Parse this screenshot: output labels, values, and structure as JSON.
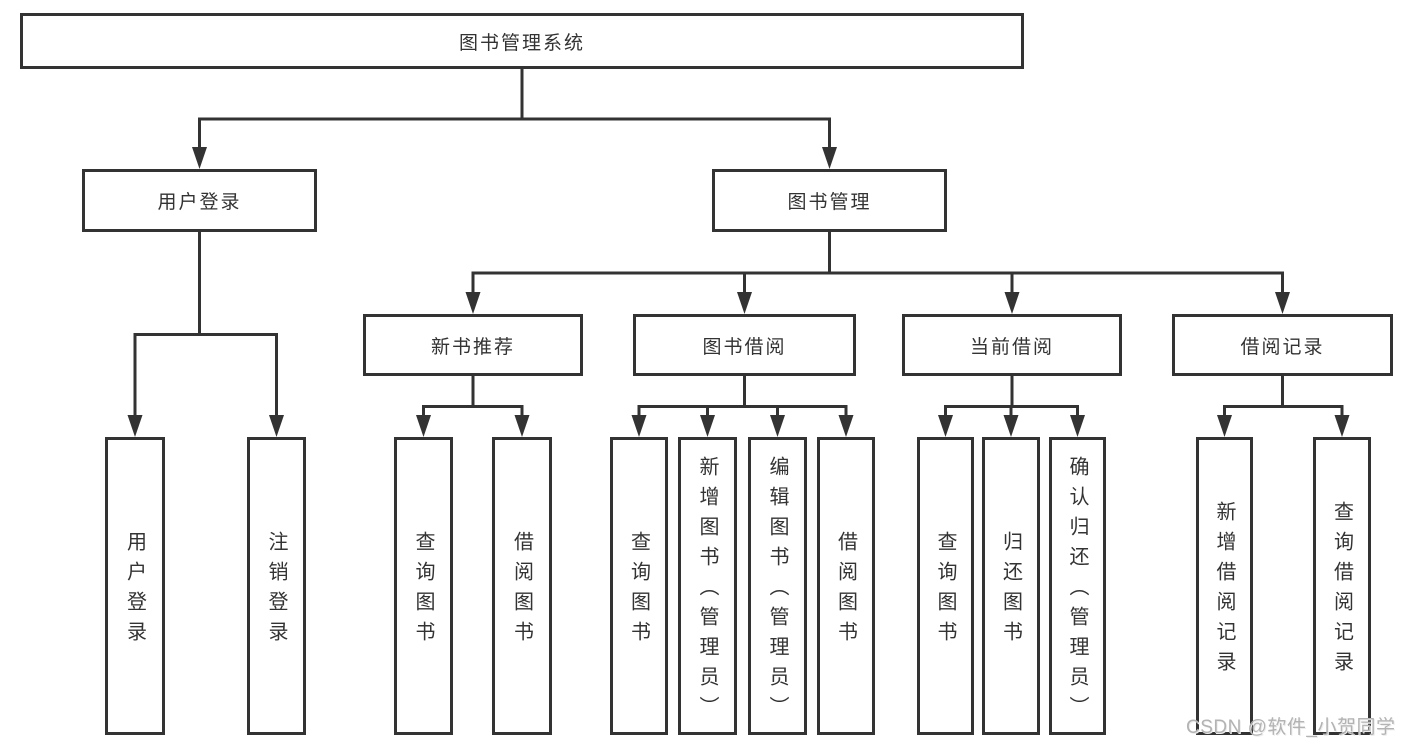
{
  "diagram": {
    "title": "图书管理系统",
    "watermark": "CSDN @软件_小贺同学",
    "colors": {
      "line": "#333333",
      "box_border": "#333333",
      "box_fill": "#ffffff",
      "text": "#333333",
      "watermark": "#b3b3b3",
      "background": "#ffffff"
    },
    "nodes": {
      "root": {
        "label": "图书管理系统"
      },
      "login": {
        "label": "用户登录"
      },
      "mgmt": {
        "label": "图书管理"
      },
      "login-user": {
        "label": "用户登录"
      },
      "login-logout": {
        "label": "注销登录"
      },
      "newbook": {
        "label": "新书推荐"
      },
      "borrow": {
        "label": "图书借阅"
      },
      "current": {
        "label": "当前借阅"
      },
      "records": {
        "label": "借阅记录"
      },
      "newbook-query": {
        "label": "查询图书"
      },
      "newbook-borrow": {
        "label": "借阅图书"
      },
      "borrow-query": {
        "label": "查询图书"
      },
      "borrow-add": {
        "label": "新增图书（管理员）"
      },
      "borrow-edit": {
        "label": "编辑图书（管理员）"
      },
      "borrow-lend": {
        "label": "借阅图书"
      },
      "current-query": {
        "label": "查询图书"
      },
      "current-return": {
        "label": "归还图书"
      },
      "current-confirm": {
        "label": "确认归还（管理员）"
      },
      "records-add": {
        "label": "新增借阅记录"
      },
      "records-query": {
        "label": "查询借阅记录"
      }
    },
    "edges": [
      [
        "root",
        "login"
      ],
      [
        "root",
        "mgmt"
      ],
      [
        "login",
        "login-user"
      ],
      [
        "login",
        "login-logout"
      ],
      [
        "mgmt",
        "newbook"
      ],
      [
        "mgmt",
        "borrow"
      ],
      [
        "mgmt",
        "current"
      ],
      [
        "mgmt",
        "records"
      ],
      [
        "newbook",
        "newbook-query"
      ],
      [
        "newbook",
        "newbook-borrow"
      ],
      [
        "borrow",
        "borrow-query"
      ],
      [
        "borrow",
        "borrow-add"
      ],
      [
        "borrow",
        "borrow-edit"
      ],
      [
        "borrow",
        "borrow-lend"
      ],
      [
        "current",
        "current-query"
      ],
      [
        "current",
        "current-return"
      ],
      [
        "current",
        "current-confirm"
      ],
      [
        "records",
        "records-add"
      ],
      [
        "records",
        "records-query"
      ]
    ]
  }
}
